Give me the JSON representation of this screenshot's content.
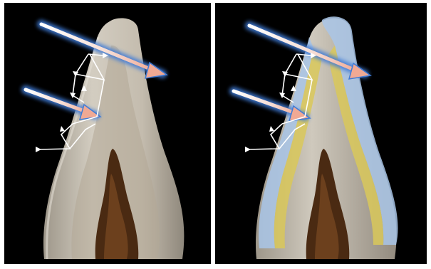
{
  "figure": {
    "panels": [
      {
        "view": "tooth-section-with-light-reflection-arrows",
        "overlays": [
          "incident-light-arrows",
          "internal-reflection-arrows"
        ]
      },
      {
        "view": "tooth-section-with-enamel-and-dentin-highlight",
        "overlays": [
          "incident-light-arrows",
          "internal-reflection-arrows",
          "enamel-layer-blue",
          "dentin-layer-yellow"
        ]
      }
    ],
    "colors": {
      "background": "#000000",
      "tooth_outer": "#c9c3b6",
      "tooth_inner": "#a99d8c",
      "pulp": "#4a2a12",
      "enamel_highlight": "#a9c6e8",
      "dentin_highlight": "#d9c85a",
      "arrow_glow": "#3f7bd6",
      "arrow_tip": "#f2b6a6",
      "reflection_arrows": "#ffffff"
    }
  }
}
